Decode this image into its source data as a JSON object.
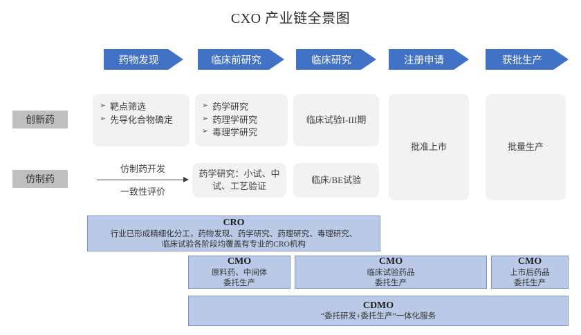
{
  "title": "CXO 产业链全景图",
  "stages": [
    {
      "label": "药物发现"
    },
    {
      "label": "临床前研究"
    },
    {
      "label": "临床研究"
    },
    {
      "label": "注册申请"
    },
    {
      "label": "获批生产"
    }
  ],
  "row_labels": {
    "innovative": "创新药",
    "generic": "仿制药"
  },
  "innovative_row": {
    "discovery_bullets": [
      "靶点筛选",
      "先导化合物确定"
    ],
    "preclinical_bullets": [
      "药学研究",
      "药理学研究",
      "毒理学研究"
    ],
    "clinical": "临床试验I-III期"
  },
  "generic_row": {
    "arrow_top": "仿制药开发",
    "arrow_bottom": "一致性评价",
    "pharmaceutics": "药学研究：小试、中试、工艺验证",
    "clinical": "临床/BE试验"
  },
  "shared_boxes": {
    "approval": "批准上市",
    "mass_production": "批量生产"
  },
  "services": {
    "cro": {
      "title": "CRO",
      "desc_line1": "行业已形成精细化分工，药物发现、药学研究、药理研究、毒理研究、",
      "desc_line2": "临床试验各阶段均覆盖有专业的CRO机构"
    },
    "cmo": [
      {
        "title": "CMO",
        "line1": "原料药、中间体",
        "line2": "委托生产"
      },
      {
        "title": "CMO",
        "line1": "临床试验药品",
        "line2": "委托生产"
      },
      {
        "title": "CMO",
        "line1": "上市后药品",
        "line2": "委托生产"
      }
    ],
    "cdmo": {
      "title": "CDMO",
      "subtitle": "“委托研发+委托生产”一体化服务"
    }
  },
  "colors": {
    "stage_blue": "#4272C5",
    "service_blue_fill": "#B9C9E6",
    "service_blue_border": "#7B94BF",
    "box_grey": "#F2F2F2",
    "label_grey": "#BFBFBF"
  },
  "icons": {
    "bullet": "➢",
    "arrow": "→"
  }
}
